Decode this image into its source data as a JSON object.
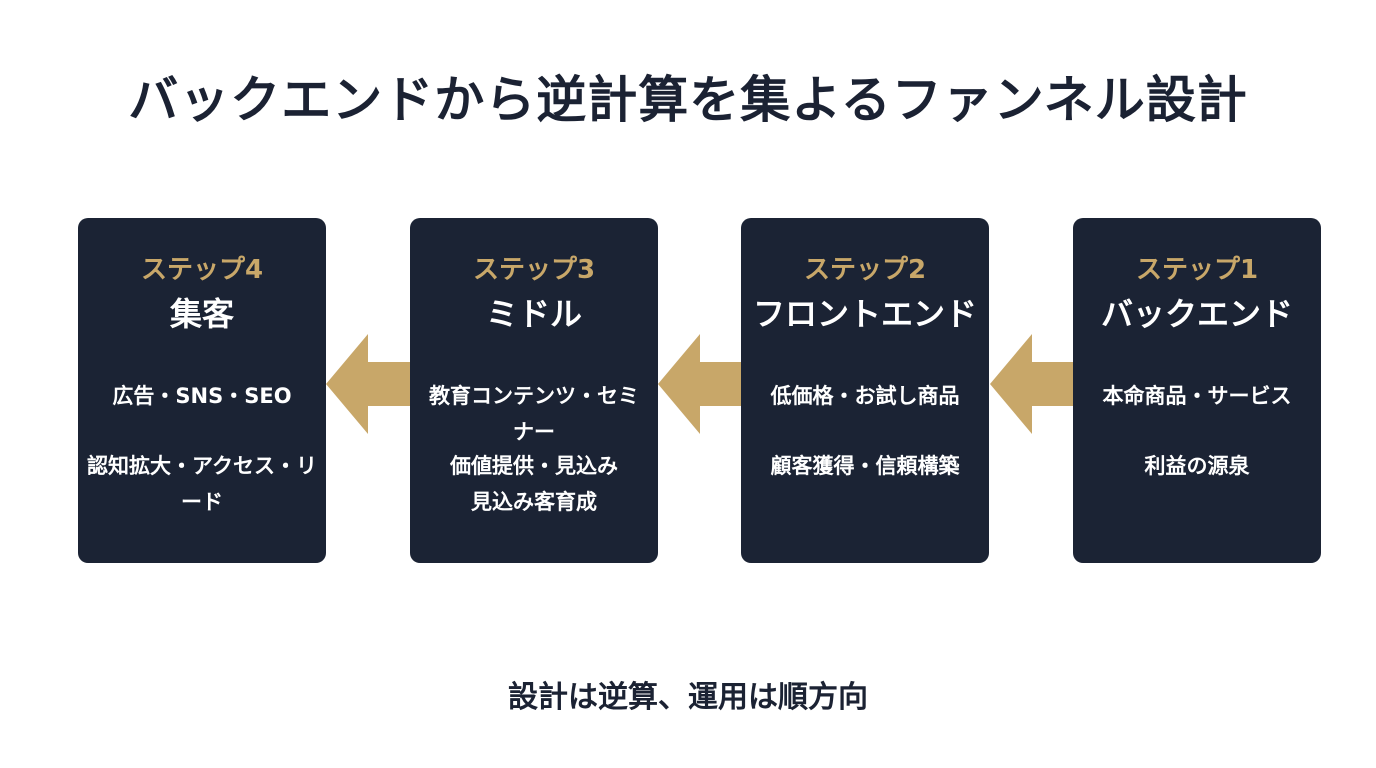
{
  "title": "バックエンドから逆計算を集よるファンネル設計",
  "steps": [
    {
      "step_label": "ステップ4",
      "name": "集客",
      "desc1": "広告・SNS・SEO",
      "desc2": "認知拡大・アクセス・リード"
    },
    {
      "step_label": "ステップ3",
      "name": "ミドル",
      "desc1": "教育コンテンツ・セミナー",
      "desc2": "価値提供・見込み",
      "desc3": "見込み客育成"
    },
    {
      "step_label": "ステップ2",
      "name": "フロントエンド",
      "desc1": "低価格・お試し商品",
      "desc2": "顧客獲得・信頼構築"
    },
    {
      "step_label": "ステップ1",
      "name": "バックエンド",
      "desc1": "本命商品・サービス",
      "desc2": "利益の源泉"
    }
  ],
  "footer": "設計は逆算、運用は順方向",
  "colors": {
    "card_bg": "#1b2334",
    "accent_gold": "#c8a769",
    "arrow": "#c8a769",
    "text_dark": "#1b2233",
    "background": "#ffffff"
  }
}
